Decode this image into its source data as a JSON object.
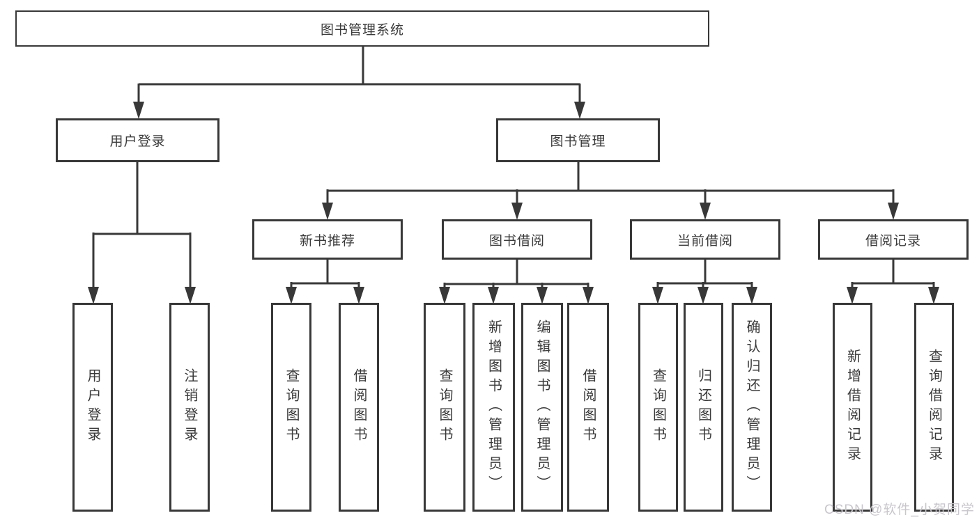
{
  "diagram": {
    "root": {
      "label": "图书管理系统"
    },
    "level2": [
      {
        "label": "用户登录"
      },
      {
        "label": "图书管理"
      }
    ],
    "level3": [
      {
        "label": "新书推荐"
      },
      {
        "label": "图书借阅"
      },
      {
        "label": "当前借阅"
      },
      {
        "label": "借阅记录"
      }
    ],
    "leaves": {
      "login": [
        "用户登录",
        "注销登录"
      ],
      "newbook": [
        "查询图书",
        "借阅图书"
      ],
      "borrow": [
        "查询图书",
        "新增图书（管理员）",
        "编辑图书（管理员）",
        "借阅图书"
      ],
      "current": [
        "查询图书",
        "归还图书",
        "确认归还（管理员）"
      ],
      "record": [
        "新增借阅记录",
        "查询借阅记录"
      ]
    }
  },
  "colors": {
    "line": "#383838",
    "background": "#ffffff",
    "text": "#3a3a3a",
    "watermark": "#c9c6cc"
  },
  "watermark": {
    "text": "CSDN @软件_小贺同学"
  }
}
